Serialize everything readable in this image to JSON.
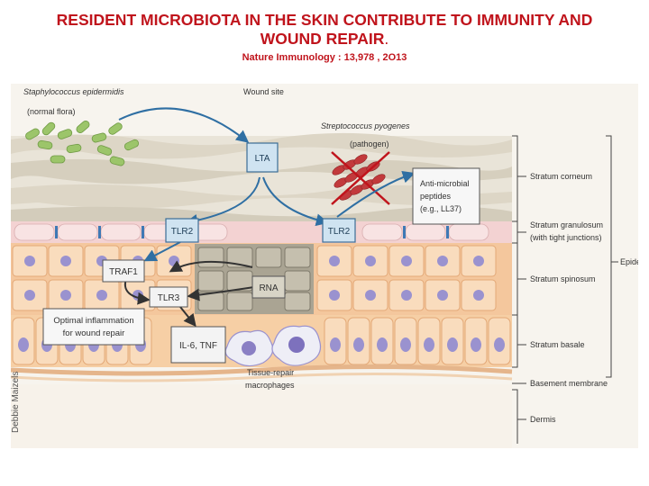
{
  "header": {
    "title_line1": "RESIDENT MICROBIOTA IN THE SKIN CONTRIBUTE TO IMMUNITY AND",
    "title_line2": "WOUND REPAIR",
    "title_punct": ".",
    "citation": "Nature Immunology : 13,978 , 2O13"
  },
  "figure": {
    "flora_label1": "Staphylococcus epidermidis",
    "flora_label2": "(normal flora)",
    "wound_label": "Wound site",
    "pathogen_label1": "Streptococcus pyogenes",
    "pathogen_label2": "(pathogen)",
    "lta": "LTA",
    "tlr2_left": "TLR2",
    "tlr2_right": "TLR2",
    "amp_line1": "Anti-microbial",
    "amp_line2": "peptides",
    "amp_line3": "(e.g., LL37)",
    "traf1": "TRAF1",
    "tlr3": "TLR3",
    "rna": "RNA",
    "inflam_line1": "Optimal inflammation",
    "inflam_line2": "for wound repair",
    "cytokines": "IL-6, TNF",
    "macro_line1": "Tissue-repair",
    "macro_line2": "macrophages",
    "layers": {
      "corneum": "Stratum corneum",
      "granulosum1": "Stratum granulosum",
      "granulosum2": "(with tight junctions)",
      "spinosum": "Stratum spinosum",
      "basale": "Stratum basale",
      "basement": "Basement membrane",
      "dermis": "Dermis",
      "epidermis": "Epiderm"
    },
    "artist_credit": "Debbie Maizels",
    "colors": {
      "box_fill": "#cfe3f1",
      "box_stroke": "#3c6e96",
      "arrow": "#2f6fa3",
      "bacteria_green": "#9cc56a",
      "pathogen_red": "#c23a3c",
      "corneum": "#e7e2d6",
      "granulosum": "#f3d2d2",
      "spinosum": "#f8d9b8",
      "nucleus": "#9a92cf",
      "damaged": "#a39d8c"
    }
  }
}
